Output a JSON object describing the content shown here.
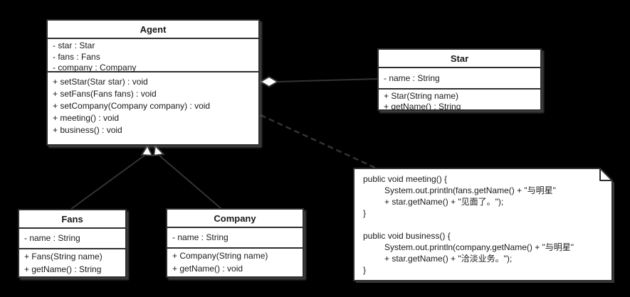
{
  "canvas": {
    "background": "#000000",
    "box_fill": "#ffffff",
    "border_color": "#2e2e2e",
    "line_color": "#333333",
    "text_color": "#1a1a1a"
  },
  "classes": {
    "agent": {
      "title": "Agent",
      "attributes": [
        "- star : Star",
        "- fans : Fans",
        "- company : Company"
      ],
      "methods": [
        "+ setStar(Star star) : void",
        "+ setFans(Fans fans) : void",
        "+ setCompany(Company company) : void",
        "+ meeting() : void",
        "+ business() : void"
      ]
    },
    "star": {
      "title": "Star",
      "attributes": [
        "- name : String"
      ],
      "methods": [
        "+ Star(String name)",
        "+ getName() : String"
      ]
    },
    "fans": {
      "title": "Fans",
      "attributes": [
        "- name : String"
      ],
      "methods": [
        "+ Fans(String name)",
        "+ getName() : String"
      ]
    },
    "company": {
      "title": "Company",
      "attributes": [
        "- name : String"
      ],
      "methods": [
        "+ Company(String name)",
        "+ getName() : void"
      ]
    }
  },
  "note": {
    "lines": [
      "public void meeting() {",
      "         System.out.println(fans.getName() + \"与明星\"",
      "         + star.getName() + \"见面了。\");",
      "}",
      "",
      "public void business() {",
      "         System.out.println(company.getName() + \"与明星\"",
      "         + star.getName() + \"洽淡业务。\");",
      "}"
    ]
  },
  "connectors": [
    {
      "type": "aggregation",
      "from": "Agent",
      "to": "Star"
    },
    {
      "type": "generalization",
      "from": "Fans",
      "to": "Agent"
    },
    {
      "type": "generalization",
      "from": "Company",
      "to": "Agent"
    },
    {
      "type": "note-anchor",
      "from": "Agent",
      "to": "code-note"
    }
  ]
}
